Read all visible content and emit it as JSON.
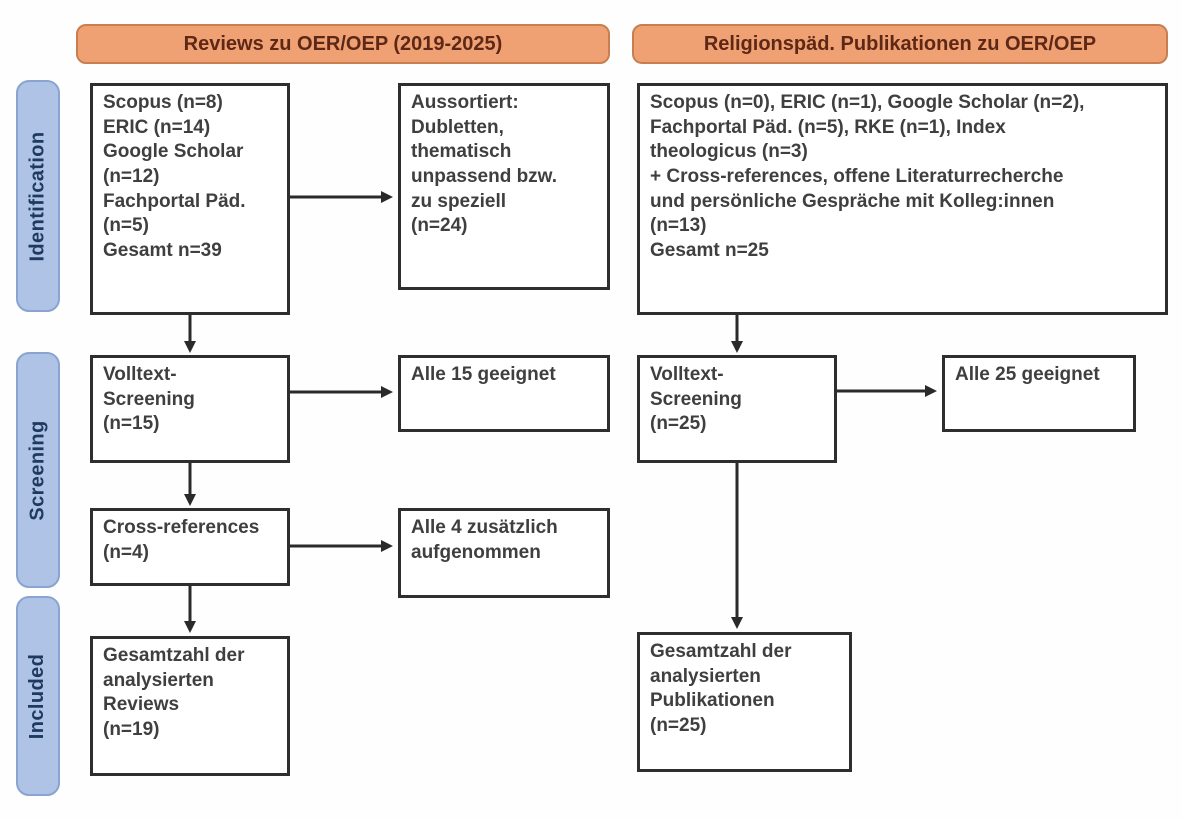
{
  "headers": {
    "left": "Reviews zu OER/OEP (2019-2025)",
    "right": "Religionspäd. Publikationen zu OER/OEP"
  },
  "sidebar": {
    "identification": "Identification",
    "screening": "Screening",
    "included": "Included"
  },
  "left": {
    "identification": "Scopus (n=8)\nERIC (n=14)\nGoogle Scholar\n(n=12)\nFachportal Päd.\n(n=5)\nGesamt n=39",
    "excluded": "Aussortiert:\nDubletten,\nthematisch\nunpassend bzw.\nzu speziell\n(n=24)",
    "screening": "Volltext-\nScreening\n(n=15)",
    "screening_result": "Alle 15 geeignet",
    "crossref": "Cross-references\n(n=4)",
    "crossref_result": "Alle 4 zusätzlich\naufgenommen",
    "included": "Gesamtzahl der\nanalysierten\nReviews\n(n=19)"
  },
  "right": {
    "identification": "Scopus (n=0), ERIC (n=1), Google Scholar (n=2),\nFachportal Päd. (n=5), RKE (n=1), Index\ntheologicus (n=3)\n+ Cross-references, offene Literaturrecherche\nund persönliche Gespräche mit Kolleg:innen\n(n=13)\nGesamt n=25",
    "screening": "Volltext-\nScreening\n(n=25)",
    "screening_result": "Alle 25 geeignet",
    "included": "Gesamtzahl der\nanalysierten\nPublikationen\n(n=25)"
  },
  "colors": {
    "header_fill": "#f0a173",
    "header_border": "#c97e50",
    "header_text": "#5e2817",
    "stage_fill": "#aec3e6",
    "stage_border": "#8aa4cf",
    "stage_text": "#1f3a5f",
    "box_border": "#2e2e2e",
    "box_text": "#3f3f3f",
    "arrow": "#2a2a2a",
    "background": "#fefefe"
  }
}
